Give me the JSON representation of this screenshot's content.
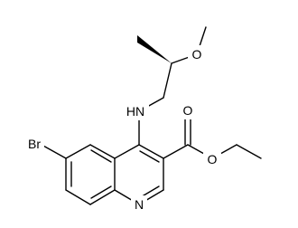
{
  "molecule": {
    "atom_labels": {
      "bromine": "Br",
      "ring_nitrogen": "N",
      "amine": "HN",
      "ether_oxygen": "O",
      "carbonyl_oxygen": "O",
      "ester_oxygen": "O"
    },
    "colors": {
      "bond": "#000000",
      "label": "#000000",
      "background": "#ffffff"
    }
  }
}
